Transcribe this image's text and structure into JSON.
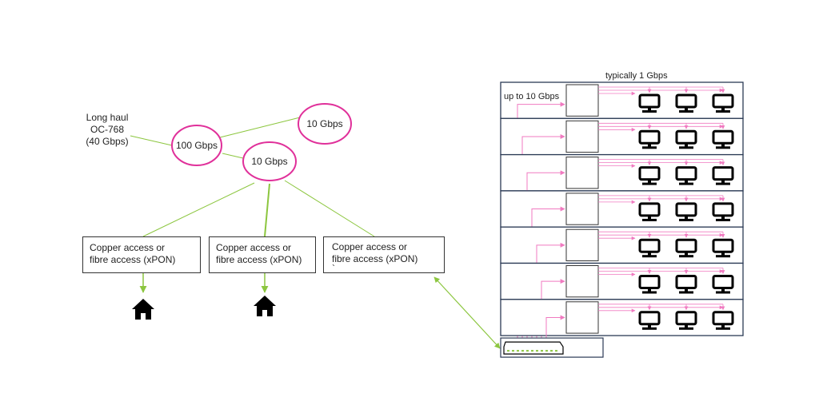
{
  "network": {
    "long_haul": {
      "line1": "Long haul",
      "line2": "OC-768",
      "line3": "(40 Gbps)"
    },
    "nodes": [
      {
        "label": "100 Gbps"
      },
      {
        "label": "10 Gbps"
      },
      {
        "label": "10 Gbps"
      }
    ],
    "access_boxes": [
      {
        "line1": "Copper access or",
        "line2": "fibre access (xPON)",
        "extra": ""
      },
      {
        "line1": "Copper access or",
        "line2": "fibre access (xPON)",
        "extra": ""
      },
      {
        "line1": "Copper access or",
        "line2": "fibre access (xPON)",
        "extra": "`"
      }
    ],
    "homes": [
      {
        "icon": "house-icon"
      },
      {
        "icon": "house-icon"
      }
    ]
  },
  "building": {
    "top_label": "typically 1 Gbps",
    "uplink_label": "up to 10 Gbps",
    "floors": 7,
    "computers_per_floor": 3,
    "computer_icon": "monitor-icon",
    "switch_icon": "switch-icon"
  },
  "colors": {
    "node_border": "#e0309a",
    "link_line": "#8cc63f",
    "pink_line": "#f07ac0",
    "rack_border": "#2b3a55"
  }
}
